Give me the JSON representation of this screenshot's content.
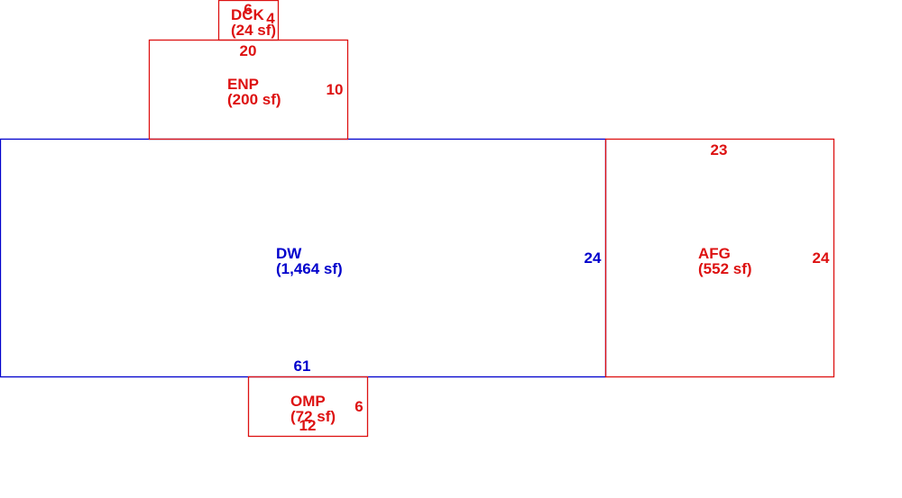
{
  "colors": {
    "primary": "#0000cc",
    "secondary": "#dd1111",
    "background": "#ffffff"
  },
  "areas": {
    "dck": {
      "code": "DCK",
      "area": "(24 sf)",
      "width": "6",
      "depth": "4",
      "color": "secondary"
    },
    "enp": {
      "code": "ENP",
      "area": "(200 sf)",
      "width": "20",
      "depth": "10",
      "color": "secondary"
    },
    "dw": {
      "code": "DW",
      "area": "(1,464 sf)",
      "width": "61",
      "depth": "24",
      "color": "primary"
    },
    "afg": {
      "code": "AFG",
      "area": "(552 sf)",
      "width": "23",
      "depth": "24",
      "color": "secondary"
    },
    "omp": {
      "code": "OMP",
      "area": "(72 sf)",
      "width": "12",
      "depth": "6",
      "color": "secondary"
    }
  }
}
